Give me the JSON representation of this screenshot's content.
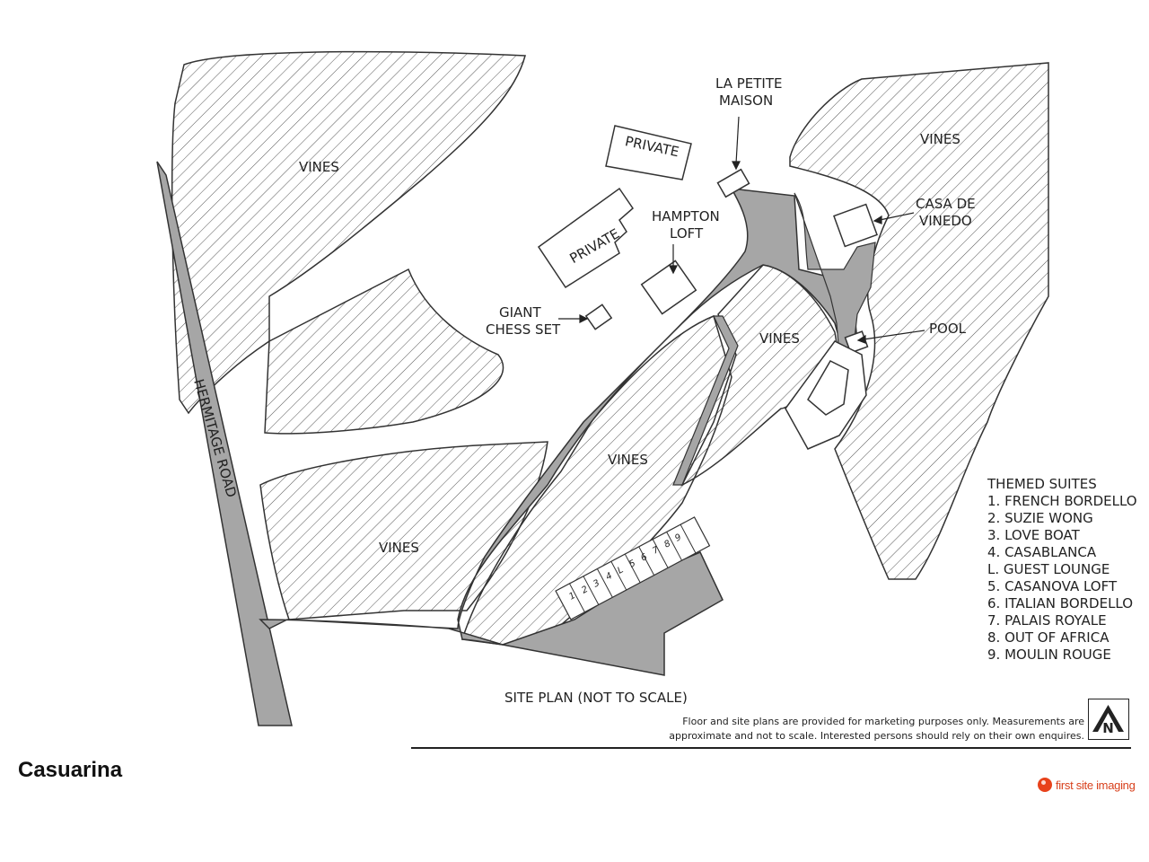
{
  "map": {
    "labels": {
      "vines_nw": "VINES",
      "vines_ne": "VINES",
      "vines_center": "VINES",
      "vines_mid": "VINES",
      "vines_sw": "VINES",
      "private_1": "PRIVATE",
      "private_2": "PRIVATE",
      "la_petite_1": "LA PETITE",
      "la_petite_2": "MAISON",
      "casa_1": "CASA DE",
      "casa_2": "VINEDO",
      "hampton_1": "HAMPTON",
      "hampton_2": "LOFT",
      "chess_1": "GIANT",
      "chess_2": "CHESS SET",
      "pool": "POOL",
      "road": "HERMITAGE ROAD"
    },
    "suite_numbers": [
      "1",
      "2",
      "3",
      "4",
      "L",
      "5",
      "6",
      "7",
      "8",
      "9"
    ],
    "colors": {
      "road": "#a6a6a6",
      "hatch": "#444444",
      "outline": "#333333"
    }
  },
  "legend": {
    "title": "THEMED SUITES",
    "items": [
      "1. FRENCH BORDELLO",
      "2. SUZIE WONG",
      "3. LOVE BOAT",
      "4. CASABLANCA",
      "L. GUEST LOUNGE",
      "5. CASANOVA LOFT",
      "6. ITALIAN BORDELLO",
      "7. PALAIS ROYALE",
      "8. OUT OF AFRICA",
      "9. MOULIN ROUGE"
    ]
  },
  "footer": {
    "site_plan_title": "SITE PLAN (NOT TO SCALE)",
    "disclaimer_1": "Floor and site plans are provided for marketing purposes only. Measurements are",
    "disclaimer_2": "approximate and not to scale. Interested persons should rely on their own enquires.",
    "north_letter": "N",
    "property_name": "Casuarina",
    "brand": "first site imaging",
    "brand_color": "#e8421b"
  }
}
